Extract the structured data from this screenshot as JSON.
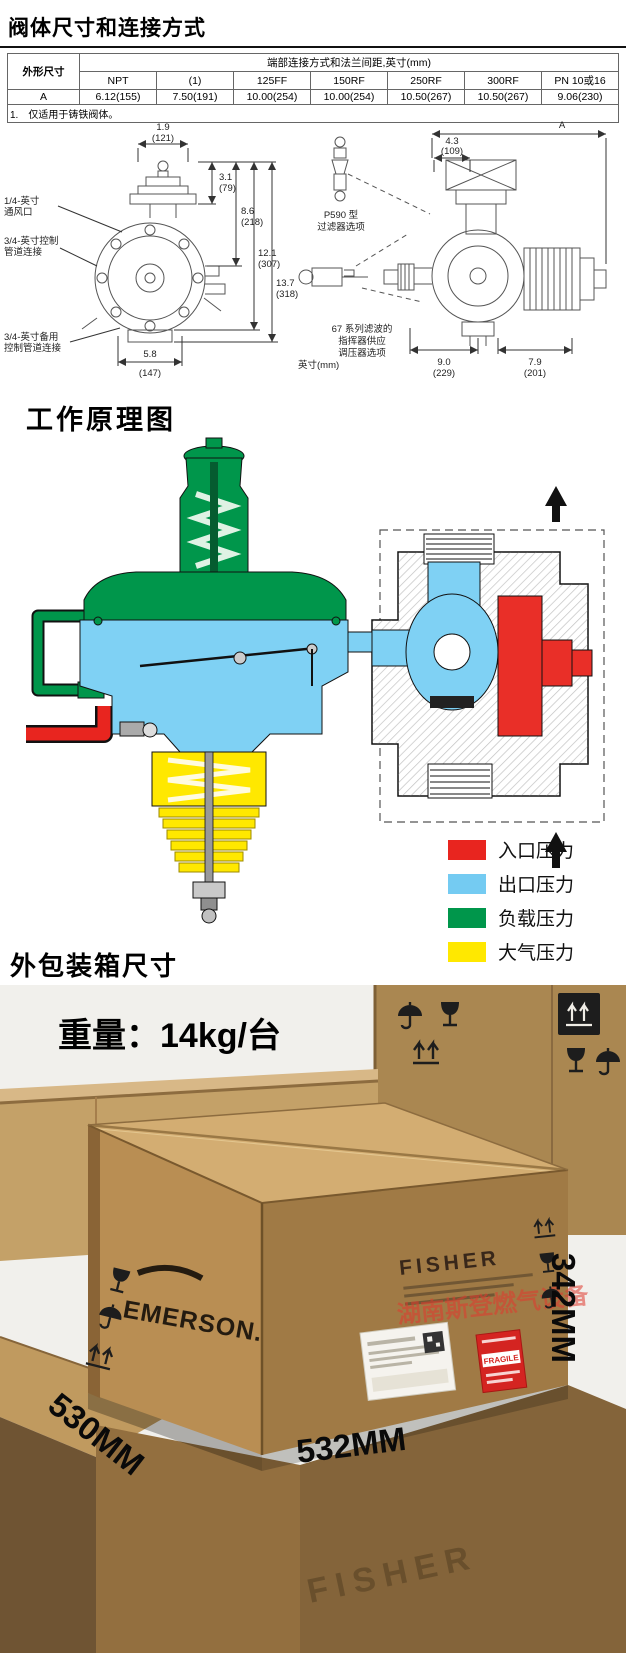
{
  "valve_section": {
    "title": "阀体尺寸和连接方式",
    "table": {
      "corner_header": "外形尺寸",
      "group_header": "端部连接方式和法兰间距,英寸(mm)",
      "columns": [
        "NPT",
        "(1)",
        "125FF",
        "150RF",
        "250RF",
        "300RF",
        "PN 10或16"
      ],
      "row_label": "A",
      "row_values": [
        "6.12(155)",
        "7.50(191)",
        "10.00(254)",
        "10.00(254)",
        "10.50(267)",
        "10.50(267)",
        "9.06(230)"
      ],
      "footnote": "1.　仅适用于铸铁阀体。"
    },
    "drawing": {
      "unit_note": "英寸(mm)",
      "dims": {
        "top_w": [
          "1.9",
          "(121)"
        ],
        "top_h": [
          "3.1",
          "(79)"
        ],
        "h1": [
          "8.6",
          "(218)"
        ],
        "h2": [
          "12.1",
          "(307)"
        ],
        "h3": [
          "13.7",
          "(318)"
        ],
        "bot_w": [
          "5.8",
          "(147)"
        ],
        "right_top": [
          "4.3",
          "(109)"
        ],
        "right_a": "A",
        "right_b1": [
          "9.0",
          "(229)"
        ],
        "right_b2": [
          "7.9",
          "(201)"
        ]
      },
      "callouts": {
        "vent": [
          "1/4-英寸",
          "通风口"
        ],
        "control": [
          "3/4-英寸控制",
          "管道连接"
        ],
        "spare": [
          "3/4-英寸备用",
          "控制管道连接"
        ],
        "filter": [
          "P590 型",
          "过滤器选项"
        ],
        "pilot": [
          "67 系列滤波的",
          "指挥器供应",
          "调压器选项"
        ]
      }
    }
  },
  "principle_section": {
    "title": "工作原理图",
    "legend": [
      {
        "color": "#e8251f",
        "label": "入口压力"
      },
      {
        "color": "#74cbf2",
        "label": "出口压力"
      },
      {
        "color": "#00964b",
        "label": "负载压力"
      },
      {
        "color": "#ffe800",
        "label": "大气压力"
      }
    ]
  },
  "package_section": {
    "title": "外包装箱尺寸",
    "weight": "重量：14kg/台",
    "brand_emerson": "EMERSON.",
    "brand_fisher": "FISHER",
    "watermark": "湖南斯登燃气设备",
    "fragile_label": "FRAGILE",
    "dim_width": "530MM",
    "dim_length": "532MM",
    "dim_height": "342MM"
  }
}
